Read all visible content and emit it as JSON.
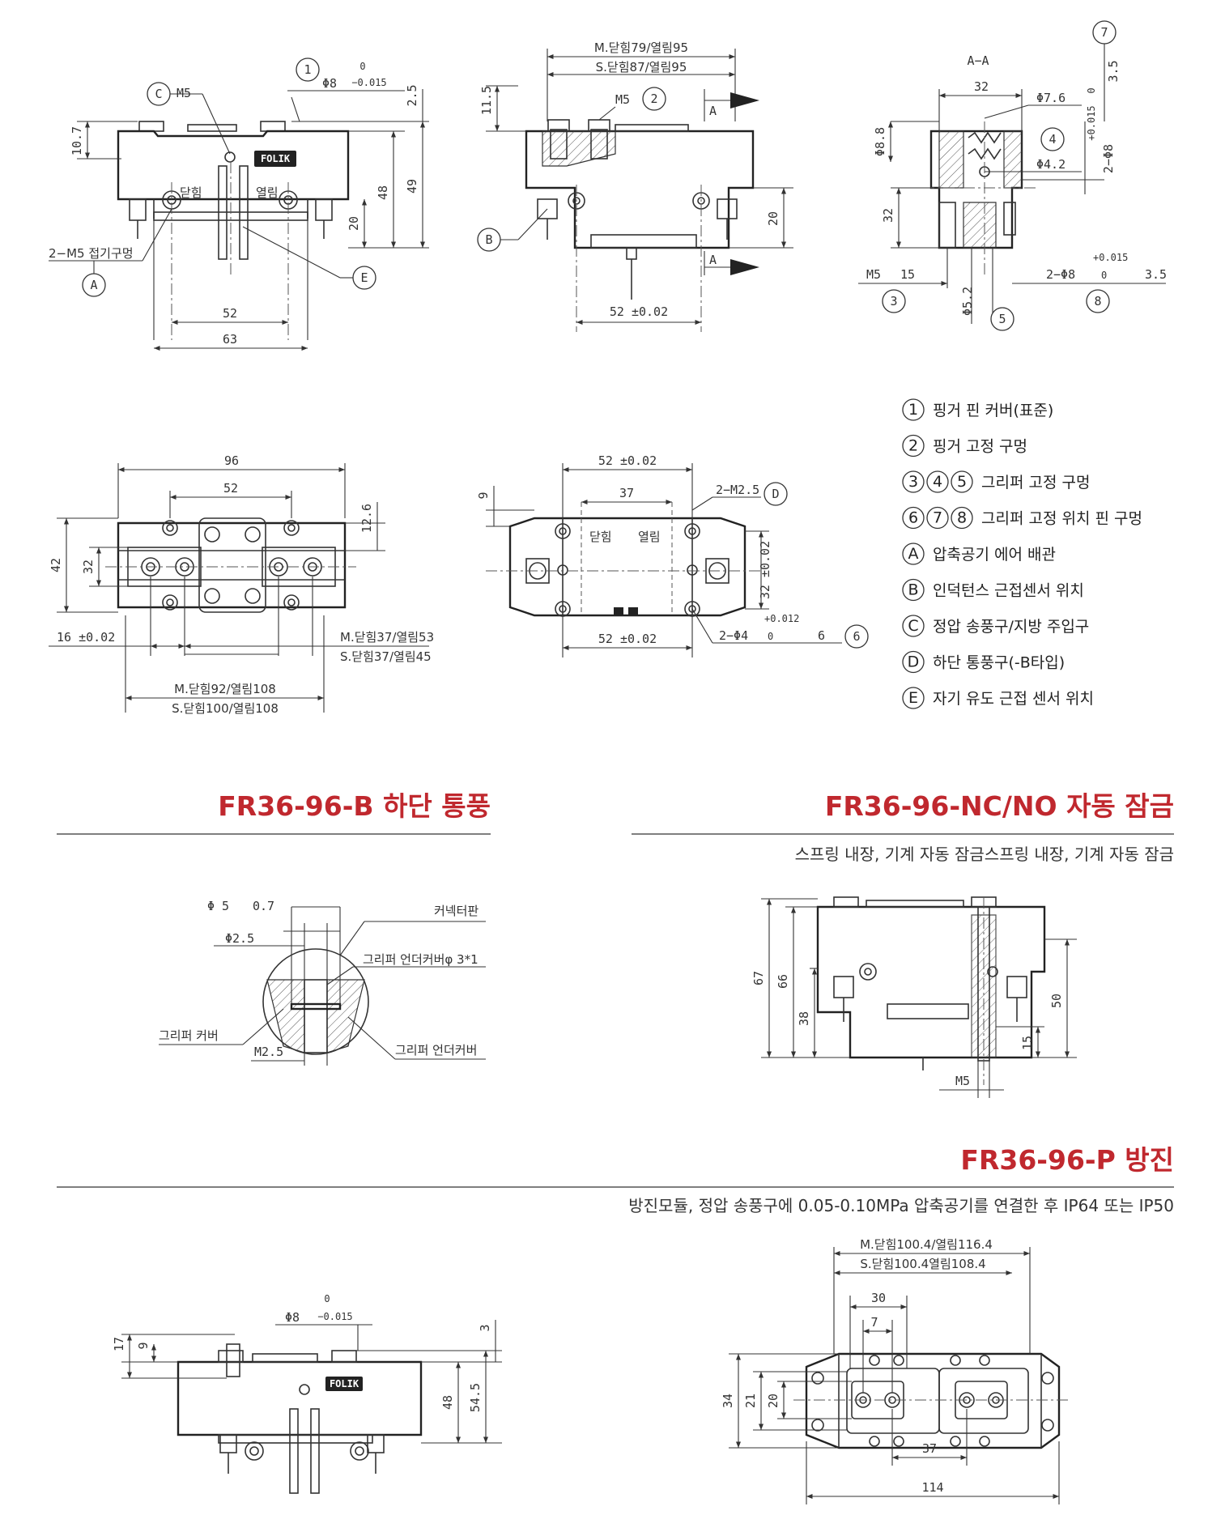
{
  "drawing1": {
    "bubble_1": "1",
    "bubble_C": "C",
    "bubble_A": "A",
    "bubble_E": "E",
    "m5": "M5",
    "phi8": "Φ8",
    "tol_top": "0",
    "tol_bot": "−0.015",
    "d2_5": "2.5",
    "d10_7": "10.7",
    "d48": "48",
    "d49": "49",
    "d20": "20",
    "d52": "52",
    "d63": "63",
    "close": "닫힘",
    "open": "열림",
    "air_port": "2−M5 접기구멍",
    "logo": "FOLIK"
  },
  "drawing2": {
    "dim_m": "M.닫힘79/열림95",
    "dim_s": "S.닫힘87/열림95",
    "m5": "M5",
    "bubble_2": "2",
    "d11_5": "11.5",
    "d20": "20",
    "section_a": "A",
    "bubble_B": "B",
    "d52": "52 ±0.02"
  },
  "drawing3": {
    "title": "A−A",
    "bubble_7": "7",
    "t3_5": "3.5",
    "d32": "32",
    "phi7_6": "Φ7.6",
    "bubble_4": "4",
    "phi4_2": "Φ4.2",
    "phi8_8": "Φ8.8",
    "d32v": "32",
    "tol_015": "+0.015",
    "tol_0": "0",
    "two_phi8": "2−Φ8",
    "m5_15": "M5",
    "depth15": "15",
    "bubble_3": "3",
    "phi5_2": "Φ5.2",
    "bubble_5": "5",
    "two_phi8b": "2−Φ8",
    "tol_015b": "+0.015",
    "tol_0b": "0",
    "depth3_5": "3.5",
    "bubble_8": "8"
  },
  "drawing4": {
    "d96": "96",
    "d52": "52",
    "d12_6": "12.6",
    "d42": "42",
    "d32": "32",
    "d16": "16 ±0.02",
    "dim_m": "M.닫힘37/열림53",
    "dim_s": "S.닫힘37/열림45",
    "dim_m2": "M.닫힘92/열림108",
    "dim_s2": "S.닫힘100/열림108"
  },
  "drawing5": {
    "d52top": "52 ±0.02",
    "d37": "37",
    "d9": "9",
    "m2_5": "2−M2.5",
    "bubble_D": "D",
    "close": "닫힘",
    "open": "열림",
    "d32": "32 ±0.02",
    "d52bot": "52 ±0.02",
    "two_phi4": "2−Φ4",
    "tol_012": "+0.012",
    "tol_0": "0",
    "depth6": "6",
    "bubble_6": "6"
  },
  "legend": [
    {
      "b": [
        "1"
      ],
      "text": "핑거 핀 커버(표준)"
    },
    {
      "b": [
        "2"
      ],
      "text": "핑거 고정 구멍"
    },
    {
      "b": [
        "3",
        "4",
        "5"
      ],
      "text": "그리퍼 고정 구멍"
    },
    {
      "b": [
        "6",
        "7",
        "8"
      ],
      "text": "그리퍼 고정 위치 핀 구멍"
    },
    {
      "b": [
        "A"
      ],
      "text": "압축공기 에어 배관"
    },
    {
      "b": [
        "B"
      ],
      "text": "인덕턴스 근접센서 위치"
    },
    {
      "b": [
        "C"
      ],
      "text": "정압 송풍구/지방 주입구"
    },
    {
      "b": [
        "D"
      ],
      "text": "하단 통풍구(-B타입)"
    },
    {
      "b": [
        "E"
      ],
      "text": "자기 유도 근접 센서 위치"
    }
  ],
  "section_b": {
    "heading": "FR36-96-B 하단 통풍",
    "phi5": "Φ 5",
    "depth0_7": "0.7",
    "phi2_5": "Φ2.5",
    "m2_5": "M2.5",
    "connector": "커넥터판",
    "under_cover_phi": "그리퍼 언더커버φ 3*1",
    "cover": "그리퍼 커버",
    "under_cover": "그리퍼 언더커버"
  },
  "section_nc": {
    "heading": "FR36-96-NC/NO 자동 잠금",
    "desc": "스프링 내장, 기계 자동 잠금스프링 내장, 기계 자동 잠금",
    "d67": "67",
    "d66": "66",
    "d38": "38",
    "d50": "50",
    "d15": "15",
    "m5": "M5"
  },
  "section_p": {
    "heading": "FR36-96-P 방진",
    "desc": "방진모듈, 정압 송풍구에 0.05-0.10MPa 압축공기를 연결한 후 IP64 또는 IP50",
    "phi8": "Φ8",
    "tol_top": "0",
    "tol_bot": "−0.015",
    "d17": "17",
    "d9": "9",
    "d3": "3",
    "d48": "48",
    "d54_5": "54.5",
    "logo": "FOLIK",
    "dim_m": "M.닫힘100.4/열림116.4",
    "dim_s": "S.닫힘100.4열림108.4",
    "d30": "30",
    "d7": "7",
    "d34": "34",
    "d21": "21",
    "d20": "20",
    "d37": "37",
    "d114": "114"
  }
}
